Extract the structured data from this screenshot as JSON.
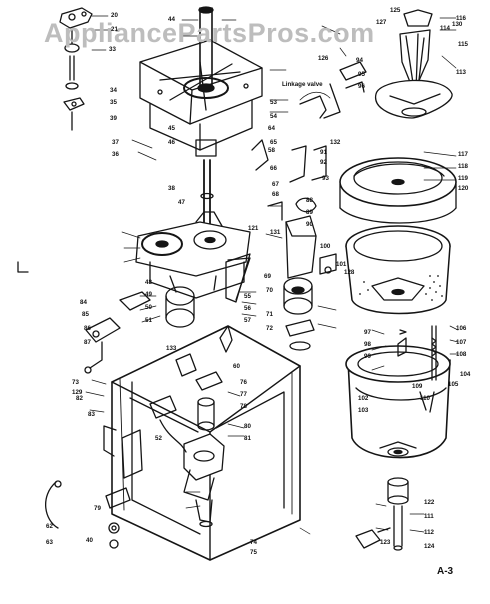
{
  "watermark": "AppliancePartsPros.com",
  "page_code": "A-3",
  "callout_text": "Linkage valve",
  "part_numbers": [
    "20",
    "21",
    "33",
    "34",
    "35",
    "36",
    "37",
    "38",
    "39",
    "40",
    "44",
    "45",
    "46",
    "47",
    "48",
    "49",
    "50",
    "51",
    "52",
    "53",
    "54",
    "55",
    "56",
    "57",
    "58",
    "60",
    "62",
    "63",
    "64",
    "65",
    "66",
    "67",
    "68",
    "69",
    "70",
    "71",
    "72",
    "73",
    "74",
    "75",
    "76",
    "77",
    "78",
    "79",
    "80",
    "81",
    "82",
    "83",
    "84",
    "85",
    "86",
    "87",
    "88",
    "89",
    "90",
    "91",
    "92",
    "93",
    "94",
    "95",
    "96",
    "97",
    "98",
    "99",
    "100",
    "101",
    "102",
    "103",
    "104",
    "105",
    "106",
    "107",
    "108",
    "109",
    "110",
    "111",
    "112",
    "113",
    "114",
    "115",
    "116",
    "117",
    "118",
    "119",
    "120",
    "121",
    "122",
    "123",
    "124",
    "125",
    "126",
    "127",
    "128",
    "129",
    "130",
    "131",
    "132",
    "133"
  ]
}
